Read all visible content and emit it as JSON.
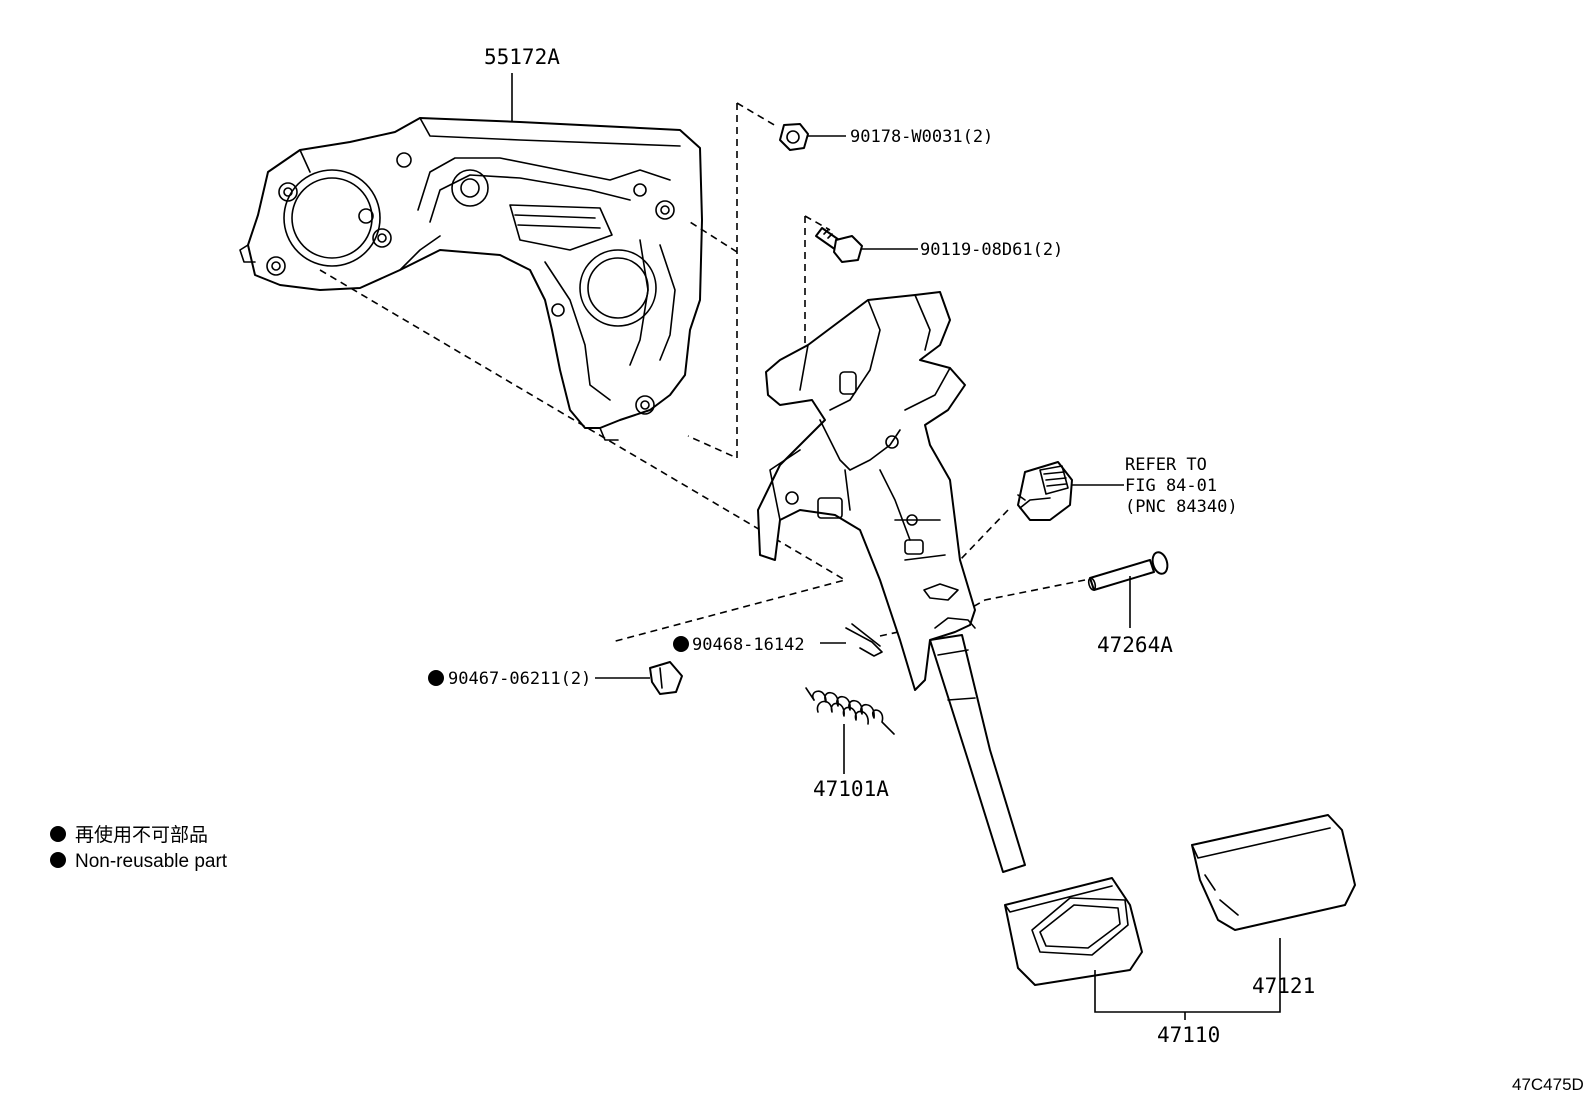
{
  "callouts": {
    "bracket": "55172A",
    "nut": "90178-W0031(2)",
    "bolt": "90119-08D61(2)",
    "refer_line1": "REFER TO",
    "refer_line2": "FIG 84-01",
    "refer_line3": "(PNC 84340)",
    "pin": "47264A",
    "clip": "90468-16142",
    "bushing": "90467-06211(2)",
    "spring": "47101A",
    "pad": "47121",
    "pedal": "47110"
  },
  "legend": {
    "japanese": "再使用不可部品",
    "english": "Non-reusable part"
  },
  "figure_code": "47C475D"
}
